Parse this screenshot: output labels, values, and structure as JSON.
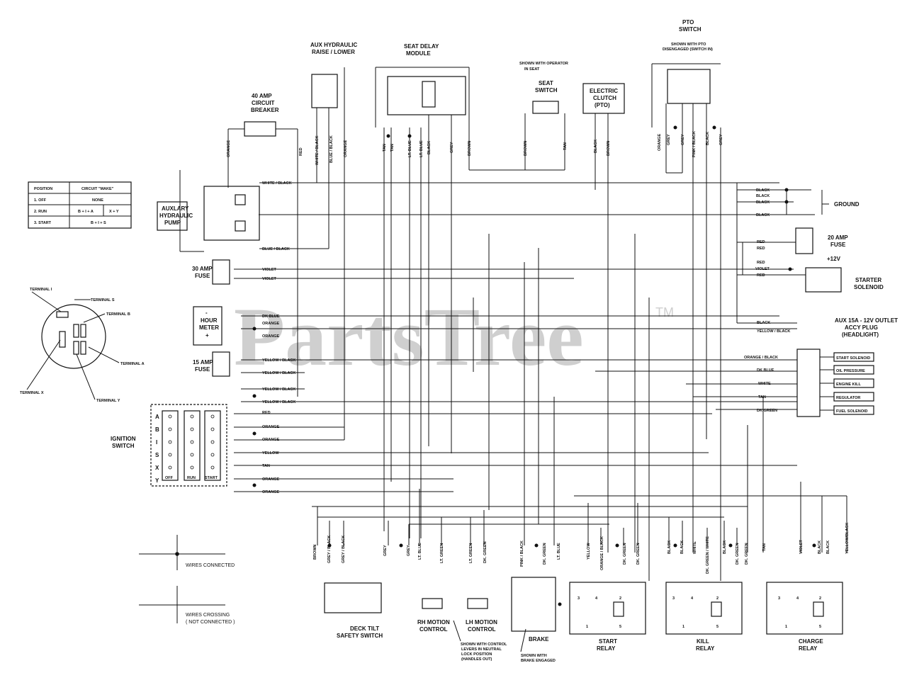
{
  "watermark": "PartsTree",
  "watermark_tm": "TM",
  "components": {
    "aux_hyd_raise": [
      "AUX HYDRAULIC",
      "RAISE / LOWER"
    ],
    "seat_delay": [
      "SEAT DELAY",
      "MODULE"
    ],
    "shown_operator": [
      "SHOWN WITH OPERATOR",
      "IN SEAT"
    ],
    "seat_switch": [
      "SEAT",
      "SWITCH"
    ],
    "electric_clutch": [
      "ELECTRIC",
      "CLUTCH",
      "(PTO)"
    ],
    "pto_switch": [
      "PTO",
      "SWITCH"
    ],
    "pto_shown": [
      "SHOWN WITH PTO",
      "DISENGAGED (SWITCH IN)"
    ],
    "breaker": [
      "40 AMP",
      "CIRCUIT",
      "BREAKER"
    ],
    "aux_pump": [
      "AUXLARY",
      "HYDRAULIC",
      "PUMP"
    ],
    "ground": "GROUND",
    "fuse20": [
      "20 AMP",
      "FUSE"
    ],
    "plus12v": "+12V",
    "starter_solenoid": [
      "STARTER",
      "SOLENOID"
    ],
    "fuse30": [
      "30 AMP",
      "FUSE"
    ],
    "hour_meter": [
      "-",
      "HOUR",
      "METER",
      "+"
    ],
    "fuse15": [
      "15 AMP",
      "FUSE"
    ],
    "aux_outlet": [
      "AUX 15A - 12V OUTLET",
      "ACCY PLUG",
      "(HEADLIGHT)"
    ],
    "ignition_switch": [
      "IGNITION",
      "SWITCH"
    ],
    "deck_tilt": [
      "DECK TILT",
      "SAFETY SWITCH"
    ],
    "rh_motion": [
      "RH MOTION",
      "CONTROL"
    ],
    "lh_motion": [
      "LH MOTION",
      "CONTROL"
    ],
    "motion_note": [
      "SHOWN WITH CONTROL",
      "LEVERS IN NEUTRAL",
      "LOCK POSITION",
      "(HANDLES OUT)"
    ],
    "brake": "BRAKE",
    "brake_note": [
      "SHOWN WITH",
      "BRAKE ENGAGED"
    ],
    "start_relay": [
      "START",
      "RELAY"
    ],
    "kill_relay": [
      "KILL",
      "RELAY"
    ],
    "charge_relay": [
      "CHARGE",
      "RELAY"
    ]
  },
  "position_table": {
    "headers": [
      "POSITION",
      "CIRCUIT \"MAKE\""
    ],
    "rows": [
      [
        "1. OFF",
        "NONE",
        ""
      ],
      [
        "2. RUN",
        "B + I + A",
        "X + Y"
      ],
      [
        "3. START",
        "B + I + S",
        ""
      ]
    ]
  },
  "terminals": [
    "TERMINAL I",
    "TERMINAL S",
    "TERMINAL B",
    "TERMINAL A",
    "TERMINAL X",
    "TERMINAL Y"
  ],
  "ignition_rows": [
    "A",
    "B",
    "I",
    "S",
    "X",
    "Y"
  ],
  "ignition_positions": [
    "OFF",
    "RUN",
    "START"
  ],
  "engine_connector": [
    "START SOLENOID",
    "OIL PRESSURE",
    "ENGINE KILL",
    "REGULATOR",
    "FUEL SOLENOID"
  ],
  "engine_wires": [
    "ORANGE / BLACK",
    "DK BLUE",
    "WHITE",
    "TAN",
    "DK GREEN"
  ],
  "legend": {
    "connected": "WIRES CONNECTED",
    "crossing": [
      "WIRES CROSSING",
      "( NOT CONNECTED )"
    ]
  },
  "relay_pins": [
    "1",
    "2",
    "3",
    "4",
    "5"
  ],
  "wire_labels": {
    "top": [
      {
        "t": "ORANGE"
      },
      {
        "t": "RED"
      },
      {
        "t": "WHITE / BLACK"
      },
      {
        "t": "BLUE / BLACK"
      },
      {
        "t": "ORANGE"
      },
      {
        "t": "TAN"
      },
      {
        "t": "TAN"
      },
      {
        "t": "LT. BLUE"
      },
      {
        "t": "LT. BLUE"
      },
      {
        "t": "BLACK"
      },
      {
        "t": "GREY"
      },
      {
        "t": "BROWN"
      },
      {
        "t": "BROWN"
      },
      {
        "t": "TAN"
      },
      {
        "t": "BLACK"
      },
      {
        "t": "BROWN"
      },
      {
        "t": "ORANGE"
      },
      {
        "t": "GREY"
      },
      {
        "t": "GREY"
      },
      {
        "t": "PINK / BLACK"
      },
      {
        "t": "BLACK"
      },
      {
        "t": "GREY"
      }
    ],
    "horizontal": [
      {
        "t": "WHITE / BLACK"
      },
      {
        "t": "BLUE / BLACK"
      },
      {
        "t": "BLACK"
      },
      {
        "t": "BLACK"
      },
      {
        "t": "BLACK"
      },
      {
        "t": "BLACK"
      },
      {
        "t": "RED"
      },
      {
        "t": "RED"
      },
      {
        "t": "RED"
      },
      {
        "t": "VIOLET"
      },
      {
        "t": "RED"
      },
      {
        "t": "VIOLET"
      },
      {
        "t": "VIOLET"
      },
      {
        "t": "DK BLUE"
      },
      {
        "t": "ORANGE"
      },
      {
        "t": "ORANGE"
      },
      {
        "t": "BLACK"
      },
      {
        "t": "YELLOW / BLACK"
      },
      {
        "t": "YELLOW / BLACK"
      },
      {
        "t": "YELLOW / BLACK"
      },
      {
        "t": "YELLOW / BLACK"
      },
      {
        "t": "YELLOW / BLACK"
      },
      {
        "t": "RED"
      },
      {
        "t": "ORANGE"
      },
      {
        "t": "ORANGE"
      },
      {
        "t": "YELLOW"
      },
      {
        "t": "TAN"
      },
      {
        "t": "ORANGE"
      },
      {
        "t": "ORANGE"
      }
    ],
    "bottom": [
      {
        "t": "BROWN"
      },
      {
        "t": "GREY / BLACK"
      },
      {
        "t": "GREY / BLACK"
      },
      {
        "t": "GREY"
      },
      {
        "t": "GREY"
      },
      {
        "t": "LT. BLUE"
      },
      {
        "t": "LT. GREEN"
      },
      {
        "t": "LT. GREEN"
      },
      {
        "t": "DK. GREEN"
      },
      {
        "t": "PINK / BLACK"
      },
      {
        "t": "DK. GREEN"
      },
      {
        "t": "LT. BLUE"
      },
      {
        "t": "YELLOW"
      },
      {
        "t": "ORANGE / BLACK"
      },
      {
        "t": "DK. GREEN"
      },
      {
        "t": "DK. GREEN"
      },
      {
        "t": "BLACK"
      },
      {
        "t": "BLACK"
      },
      {
        "t": "WHITE"
      },
      {
        "t": "DK. GREEN / WHITE"
      },
      {
        "t": "BLACK"
      },
      {
        "t": "DK. GREEN"
      },
      {
        "t": "DK. GREEN"
      },
      {
        "t": "TAN"
      },
      {
        "t": "VIOLET"
      },
      {
        "t": "BLACK"
      },
      {
        "t": "BLACK"
      },
      {
        "t": "YELLOW/BLACK"
      }
    ]
  }
}
